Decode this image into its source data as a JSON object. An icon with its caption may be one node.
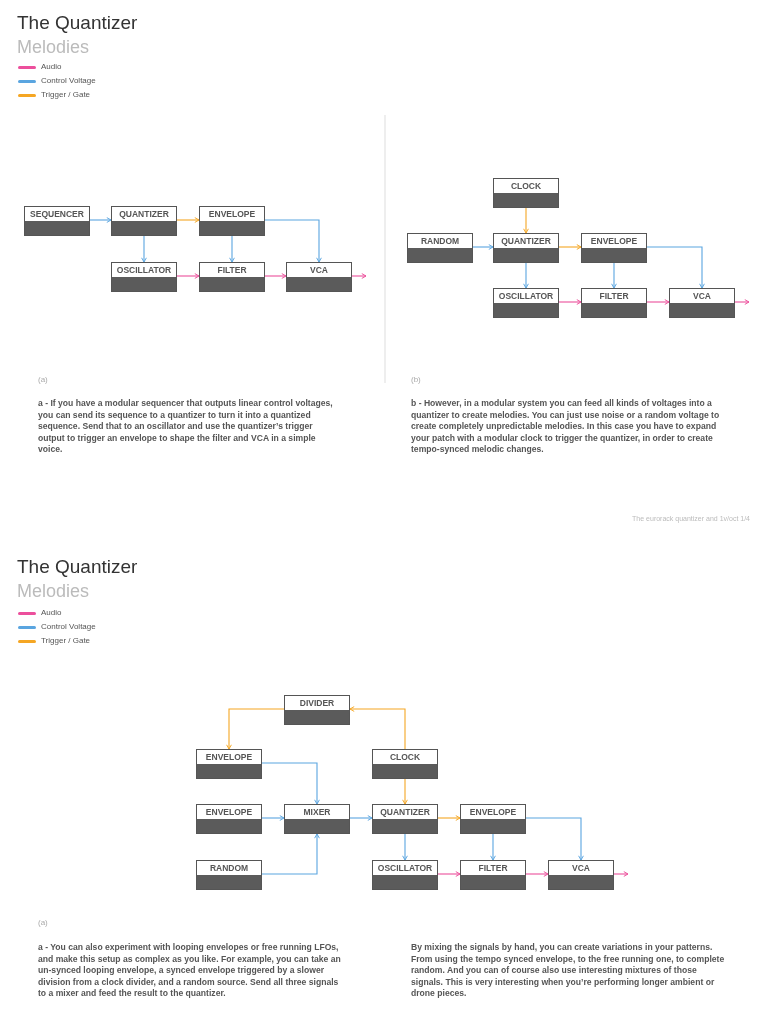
{
  "diagram": {
    "nodes": [
      {
        "text": [
          "SEQUENCER"
        ]
      },
      {
        "text": [
          "QUANTIZER"
        ]
      },
      {
        "text": [
          "ENVELOPE"
        ]
      },
      {
        "text": [
          "OSCILLATOR"
        ]
      },
      {
        "text": [
          "FILTER"
        ]
      },
      {
        "text": [
          "VCA"
        ]
      },
      {
        "text": [
          "CLOCK"
        ]
      },
      {
        "text": [
          "RANDOM"
        ]
      },
      {
        "text": [
          "QUANTIZER"
        ]
      },
      {
        "text": [
          "ENVELOPE"
        ]
      },
      {
        "text": [
          "OSCILLATOR"
        ]
      },
      {
        "text": [
          "FILTER"
        ]
      },
      {
        "text": [
          "VCA"
        ]
      },
      {
        "text": [
          "DIVIDER"
        ]
      },
      {
        "text": [
          "ENVELOPE"
        ]
      },
      {
        "text": [
          "CLOCK"
        ]
      },
      {
        "text": [
          "ENVELOPE"
        ]
      },
      {
        "text": [
          "MIXER"
        ]
      },
      {
        "text": [
          "QUANTIZER"
        ]
      },
      {
        "text": [
          "ENVELOPE"
        ]
      },
      {
        "text": [
          "RANDOM"
        ]
      },
      {
        "text": [
          "OSCILLATOR"
        ]
      },
      {
        "text": [
          "FILTER"
        ]
      },
      {
        "text": [
          "VCA"
        ]
      }
    ],
    "edges": [
      {
        "from": 0,
        "to": 1,
        "arrow": "to",
        "color": "#5aa5e0"
      },
      {
        "from": 1,
        "to": 2,
        "arrow": "to",
        "color": "#f5a623"
      },
      {
        "from": 1,
        "to": 3,
        "arrow": "to",
        "color": "#5aa5e0"
      },
      {
        "from": 2,
        "to": 4,
        "arrow": "to",
        "color": "#5aa5e0"
      },
      {
        "from": 2,
        "to": 5,
        "arrow": "to",
        "color": "#5aa5e0"
      },
      {
        "from": 3,
        "to": 4,
        "arrow": "to",
        "color": "#ec4f9c"
      },
      {
        "from": 4,
        "to": 5,
        "arrow": "to",
        "color": "#ec4f9c"
      },
      {
        "from": 5,
        "to": null,
        "arrow": "to",
        "color": "#ec4f9c"
      },
      {
        "from": 6,
        "to": 8,
        "arrow": "to",
        "color": "#f5a623"
      },
      {
        "from": 7,
        "to": 8,
        "arrow": "to",
        "color": "#5aa5e0"
      },
      {
        "from": 8,
        "to": 9,
        "arrow": "to",
        "color": "#f5a623"
      },
      {
        "from": 8,
        "to": 10,
        "arrow": "to",
        "color": "#5aa5e0"
      },
      {
        "from": 9,
        "to": 11,
        "arrow": "to",
        "color": "#5aa5e0"
      },
      {
        "from": 9,
        "to": 12,
        "arrow": "to",
        "color": "#5aa5e0"
      },
      {
        "from": 10,
        "to": 11,
        "arrow": "to",
        "color": "#ec4f9c"
      },
      {
        "from": 11,
        "to": 12,
        "arrow": "to",
        "color": "#ec4f9c"
      },
      {
        "from": 12,
        "to": null,
        "arrow": "to",
        "color": "#ec4f9c"
      },
      {
        "from": 15,
        "to": 13,
        "arrow": "to",
        "color": "#f5a623"
      },
      {
        "from": 13,
        "to": 14,
        "arrow": "to",
        "color": "#f5a623"
      },
      {
        "from": 14,
        "to": 17,
        "arrow": "to",
        "color": "#5aa5e0"
      },
      {
        "from": 16,
        "to": 17,
        "arrow": "to",
        "color": "#5aa5e0"
      },
      {
        "from": 20,
        "to": 17,
        "arrow": "to",
        "color": "#5aa5e0"
      },
      {
        "from": 17,
        "to": 18,
        "arrow": "to",
        "color": "#5aa5e0"
      },
      {
        "from": 15,
        "to": 18,
        "arrow": "to",
        "color": "#f5a623"
      },
      {
        "from": 18,
        "to": 19,
        "arrow": "to",
        "color": "#f5a623"
      },
      {
        "from": 18,
        "to": 21,
        "arrow": "to",
        "color": "#5aa5e0"
      },
      {
        "from": 19,
        "to": 22,
        "arrow": "to",
        "color": "#5aa5e0"
      },
      {
        "from": 19,
        "to": 23,
        "arrow": "to",
        "color": "#5aa5e0"
      },
      {
        "from": 21,
        "to": 22,
        "arrow": "to",
        "color": "#ec4f9c"
      },
      {
        "from": 22,
        "to": 23,
        "arrow": "to",
        "color": "#ec4f9c"
      },
      {
        "from": 23,
        "to": null,
        "arrow": "to",
        "color": "#ec4f9c"
      }
    ],
    "labels": [
      "The Quantizer",
      "Melodies",
      "(a)",
      "a - If you have a modular sequencer that outputs linear control voltages, you can send its sequence to a quantizer to turn it into a quantized sequence. Send that to an oscillator and use the quantizer’s trigger output to trigger an envelope to shape the filter and VCA in a simple voice.",
      "(b)",
      "b - However, in a modular system you can feed all kinds of voltages into a quantizer to create melodies. You can just use noise or a random voltage to create completely unpredictable melodies. In this case you have to expand your patch with a modular clock to trigger the quantizer, in order to create tempo-synced melodic changes.",
      "The eurorack quantizer and 1v/oct 1/4",
      "The Quantizer",
      "Melodies",
      "(a)",
      "a - You can also experiment with looping envelopes or free running LFOs, and make this setup as complex as you like. For example, you can take an un-synced looping envelope, a synced envelope triggered by a slower division from a clock divider, and a random source. Send all three signals to a mixer and feed the result to the quantizer.",
      "By mixing the signals by hand, you can create variations in your patterns. From using the tempo synced envelope, to the free running one, to complete random. And you can of course also use interesting mixtures of those signals. This is very interesting when you’re performing longer ambient or drone pieces."
    ],
    "legend": [
      {
        "text": "Audio",
        "color": "#ec4f9c"
      },
      {
        "text": "Control Voltage",
        "color": "#5aa5e0"
      },
      {
        "text": "Trigger / Gate",
        "color": "#f5a623"
      },
      {
        "text": "Audio",
        "color": "#ec4f9c"
      },
      {
        "text": "Control Voltage",
        "color": "#5aa5e0"
      },
      {
        "text": "Trigger / Gate",
        "color": "#f5a623"
      }
    ]
  }
}
